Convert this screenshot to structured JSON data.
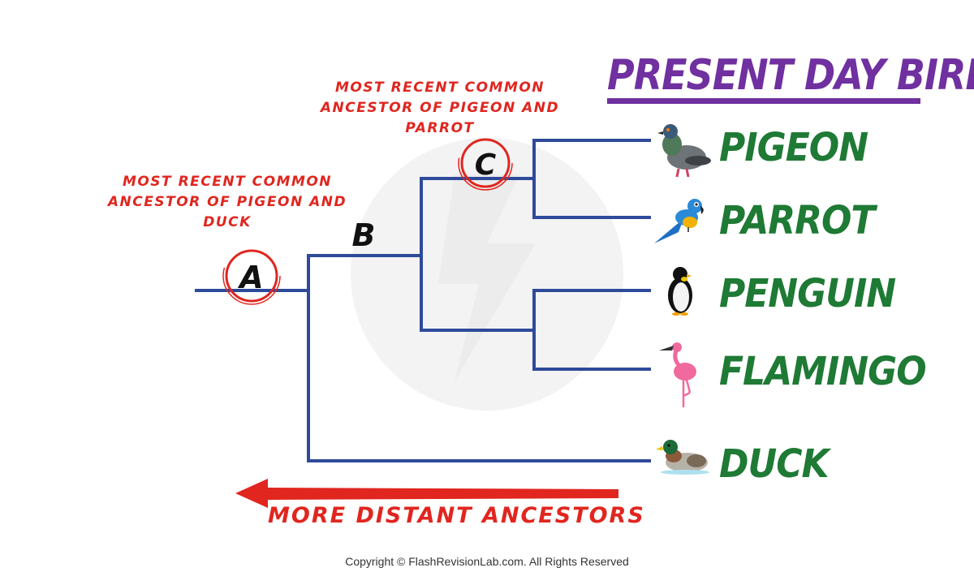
{
  "title": "PRESENT DAY BIRDS",
  "birds": [
    {
      "label": "PIGEON",
      "icon": "pigeon-icon"
    },
    {
      "label": "PARROT",
      "icon": "parrot-icon"
    },
    {
      "label": "PENGUIN",
      "icon": "penguin-icon"
    },
    {
      "label": "FLAMINGO",
      "icon": "flamingo-icon"
    },
    {
      "label": "DUCK",
      "icon": "duck-icon"
    }
  ],
  "nodes": {
    "a": "A",
    "b": "B",
    "c": "C"
  },
  "notes": {
    "pigeon_parrot": "MOST RECENT COMMON ANCESTOR OF PIGEON AND PARROT",
    "pigeon_duck": "MOST RECENT COMMON ANCESTOR OF PIGEON AND DUCK"
  },
  "arrow_label": "MORE DISTANT ANCESTORS",
  "copyright": "Copyright © FlashRevisionLab.com. All Rights Reserved",
  "colors": {
    "tree": "#2e4a9a",
    "title": "#7030a0",
    "bird_label": "#1e7a34",
    "annotation": "#e0261f"
  }
}
